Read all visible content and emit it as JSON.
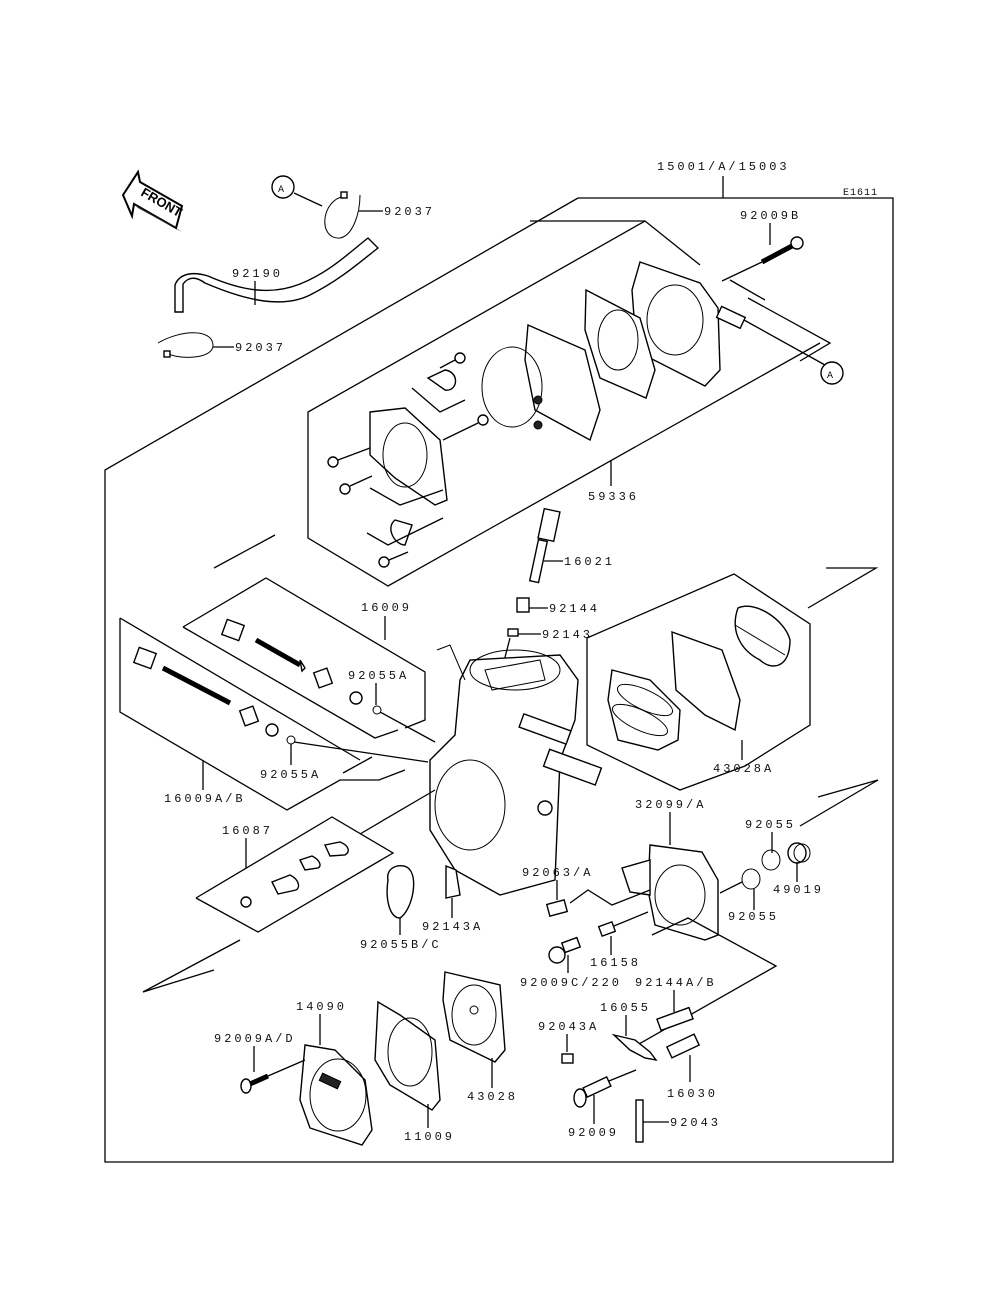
{
  "diagram": {
    "code": "E1611",
    "front_label": "FRONT",
    "ref_marker": "A",
    "assembly_label": "15001/A/15003",
    "parts": [
      {
        "id": "p-92037-top",
        "label": "92037"
      },
      {
        "id": "p-92190",
        "label": "92190"
      },
      {
        "id": "p-92037-bottom",
        "label": "92037"
      },
      {
        "id": "p-92009B",
        "label": "92009B"
      },
      {
        "id": "p-59336",
        "label": "59336"
      },
      {
        "id": "p-16021",
        "label": "16021"
      },
      {
        "id": "p-92144",
        "label": "92144"
      },
      {
        "id": "p-92143",
        "label": "92143"
      },
      {
        "id": "p-16009",
        "label": "16009"
      },
      {
        "id": "p-92055A-upper",
        "label": "92055A"
      },
      {
        "id": "p-92055A-lower",
        "label": "92055A"
      },
      {
        "id": "p-16009AB",
        "label": "16009A/B"
      },
      {
        "id": "p-43028A",
        "label": "43028A"
      },
      {
        "id": "p-16087",
        "label": "16087"
      },
      {
        "id": "p-32099A",
        "label": "32099/A"
      },
      {
        "id": "p-92055-upper",
        "label": "92055"
      },
      {
        "id": "p-49019",
        "label": "49019"
      },
      {
        "id": "p-92055-lower",
        "label": "92055"
      },
      {
        "id": "p-92063A",
        "label": "92063/A"
      },
      {
        "id": "p-92143A",
        "label": "92143A"
      },
      {
        "id": "p-92055BC",
        "label": "92055B/C"
      },
      {
        "id": "p-16158",
        "label": "16158"
      },
      {
        "id": "p-92009C220",
        "label": "92009C/220"
      },
      {
        "id": "p-92144AB",
        "label": "92144A/B"
      },
      {
        "id": "p-14090",
        "label": "14090"
      },
      {
        "id": "p-16055",
        "label": "16055"
      },
      {
        "id": "p-92043A",
        "label": "92043A"
      },
      {
        "id": "p-92009AD",
        "label": "92009A/D"
      },
      {
        "id": "p-16030",
        "label": "16030"
      },
      {
        "id": "p-43028",
        "label": "43028"
      },
      {
        "id": "p-11009",
        "label": "11009"
      },
      {
        "id": "p-92009",
        "label": "92009"
      },
      {
        "id": "p-92043",
        "label": "92043"
      }
    ]
  }
}
